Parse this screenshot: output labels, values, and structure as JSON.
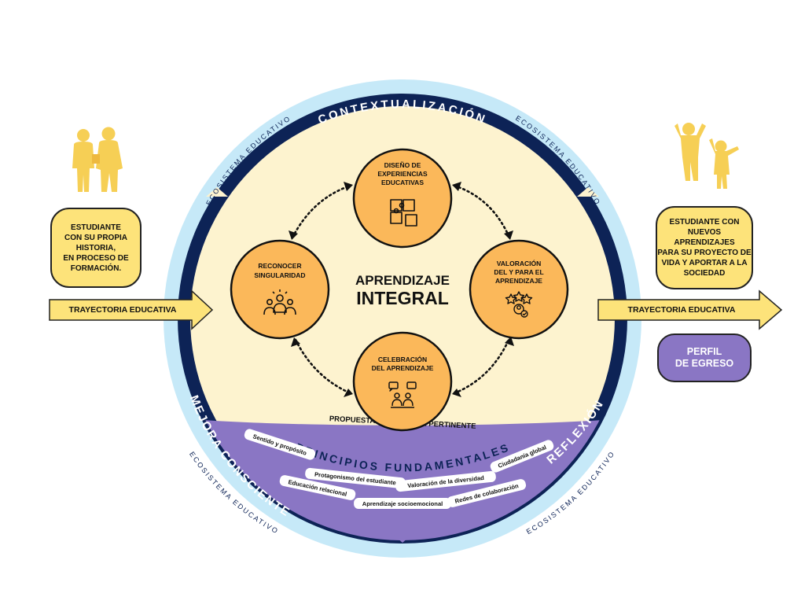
{
  "left": {
    "box_text": "ESTUDIANTE\nCON SU PROPIA\nHISTORIA,\nEN PROCESO DE\nFORMACIÓN.",
    "arrow_label": "TRAYECTORIA EDUCATIVA"
  },
  "right": {
    "box_text": "ESTUDIANTE CON\nNUEVOS APRENDIZAJES\nPARA SU PROYECTO DE\nVIDA Y APORTAR A LA\nSOCIEDAD",
    "arrow_label": "TRAYECTORIA EDUCATIVA",
    "perfil_text": "PERFIL\nDE EGRESO"
  },
  "ring": {
    "top": "CONTEXTUALIZACIÓN",
    "bottom_left": "MEJORA CONSCIENTE",
    "bottom_right": "REFLEXIÓN",
    "ecosystem": "ECOSISTEMA EDUCATIVO"
  },
  "center": {
    "line1": "APRENDIZAJE",
    "line2": "INTEGRAL"
  },
  "nodes": {
    "top": [
      "DISEÑO DE",
      "EXPERIENCIAS",
      "EDUCATIVAS"
    ],
    "left": [
      "RECONOCER",
      "SINGULARIDAD"
    ],
    "right": [
      "VALORACIÓN",
      "DEL Y PARA EL",
      "APRENDIZAJE"
    ],
    "bottom": [
      "CELEBRACIÓN",
      "DEL APRENDIZAJE"
    ]
  },
  "propuesta": "PROPUESTA CURRICULAR PERTINENTE",
  "principles": {
    "title": "PRINCIPIOS FUNDAMENTALES",
    "chips": [
      "Sentido y propósito",
      "Protagonismo del estudiante",
      "Valoración de la diversidad",
      "Ciudadanía global",
      "Educación relacional",
      "Aprendizaje socioemocional",
      "Redes de colaboración"
    ]
  },
  "colors": {
    "navy": "#0d2356",
    "light_blue": "#c6e9f8",
    "cream": "#fdf3cf",
    "orange": "#fbb85a",
    "yellow": "#fde37a",
    "purple": "#8a76c4",
    "figure_yellow": "#f6cf55"
  },
  "icons": {
    "figures_left": "two-people-icon",
    "figures_right": "celebrating-people-icon",
    "top": "puzzle-icon",
    "left": "group-icon",
    "right": "star-rating-person-icon",
    "bottom": "conversation-icon"
  }
}
